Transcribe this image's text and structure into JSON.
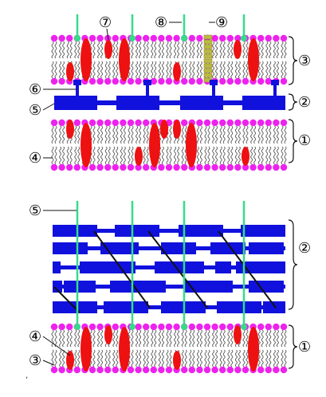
{
  "labels": {
    "n1": "①",
    "n2": "②",
    "n3": "③",
    "n4": "④",
    "n5": "⑤",
    "n6": "⑥",
    "n7": "⑦",
    "n8": "⑧",
    "n9": "⑨"
  },
  "colors": {
    "head": "#ee22ee",
    "tail": "#555555",
    "protein": "#ee1111",
    "fiber": "#1111dd",
    "strand": "#33dd88",
    "marker": "#bbbb44",
    "line": "#111111"
  }
}
